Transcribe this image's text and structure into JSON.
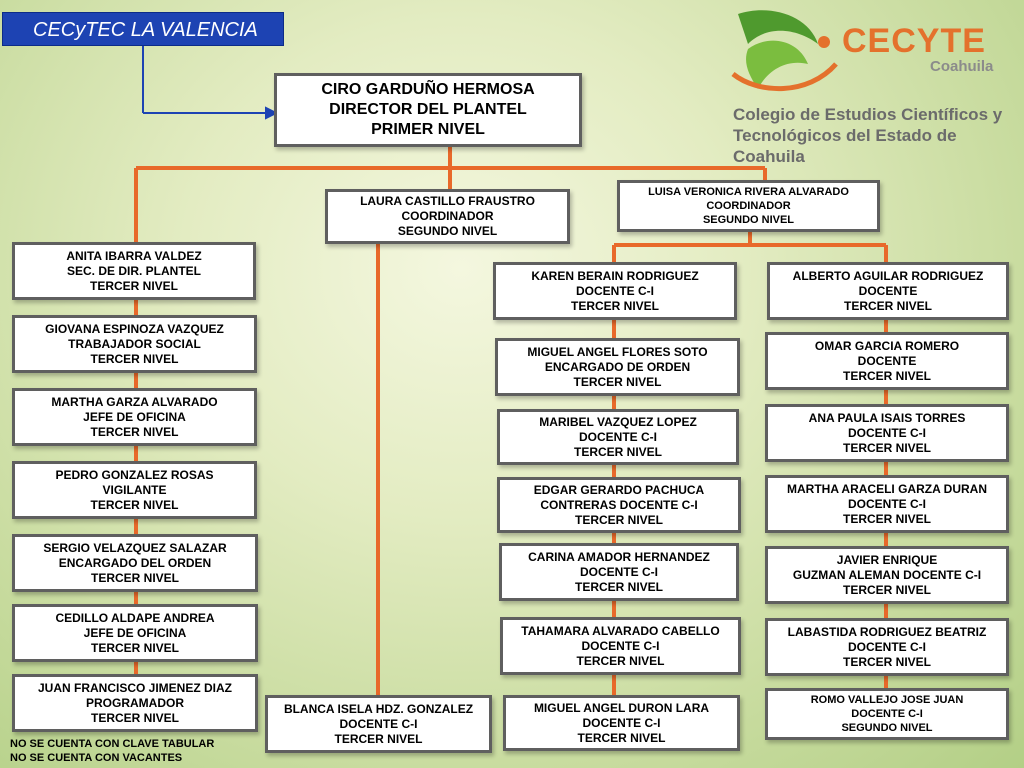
{
  "title": "CECyTEC LA VALENCIA",
  "logo": {
    "brand": "CECYTE",
    "state": "Coahuila",
    "college_line1": "Colegio de Estudios Científicos y",
    "college_line2": "Tecnológicos del Estado de Coahuila"
  },
  "director": {
    "name": "CIRO GARDUÑO HERMOSA",
    "role": "DIRECTOR DEL PLANTEL",
    "level": "PRIMER NIVEL"
  },
  "coord1": {
    "name": "LAURA CASTILLO FRAUSTRO",
    "role": "COORDINADOR",
    "level": "SEGUNDO NIVEL"
  },
  "coord2": {
    "name": "LUISA VERONICA RIVERA ALVARADO",
    "role": "COORDINADOR",
    "level": "SEGUNDO NIVEL"
  },
  "left": [
    {
      "name": "ANITA IBARRA VALDEZ",
      "role": "SEC. DE DIR. PLANTEL",
      "level": "TERCER NIVEL"
    },
    {
      "name": "GIOVANA ESPINOZA VAZQUEZ",
      "role": "TRABAJADOR SOCIAL",
      "level": "TERCER NIVEL"
    },
    {
      "name": "MARTHA GARZA ALVARADO",
      "role": "JEFE DE OFICINA",
      "level": "TERCER NIVEL"
    },
    {
      "name": "PEDRO GONZALEZ ROSAS",
      "role": "VIGILANTE",
      "level": "TERCER NIVEL"
    },
    {
      "name": "SERGIO VELAZQUEZ SALAZAR",
      "role": "ENCARGADO DEL ORDEN",
      "level": "TERCER NIVEL"
    },
    {
      "name": "CEDILLO ALDAPE ANDREA",
      "role": "JEFE DE OFICINA",
      "level": "TERCER NIVEL"
    },
    {
      "name": "JUAN FRANCISCO JIMENEZ DIAZ",
      "role": "PROGRAMADOR",
      "level": "TERCER NIVEL"
    }
  ],
  "middle": [
    {
      "name": "KAREN BERAIN RODRIGUEZ",
      "role": "DOCENTE C-I",
      "level": "TERCER NIVEL"
    },
    {
      "name": "MIGUEL ANGEL FLORES SOTO",
      "role": "ENCARGADO DE ORDEN",
      "level": "TERCER NIVEL"
    },
    {
      "name": "MARIBEL  VAZQUEZ LOPEZ",
      "role": "DOCENTE C-I",
      "level": "TERCER NIVEL"
    },
    {
      "name": "EDGAR GERARDO PACHUCA",
      "role": "CONTRERAS DOCENTE C-I",
      "level": "TERCER NIVEL"
    },
    {
      "name": "CARINA AMADOR HERNANDEZ",
      "role": "DOCENTE C-I",
      "level": "TERCER NIVEL"
    },
    {
      "name": "TAHAMARA ALVARADO CABELLO",
      "role": "DOCENTE C-I",
      "level": "TERCER NIVEL"
    },
    {
      "name": "MIGUEL ANGEL DURON LARA",
      "role": "DOCENTE C-I",
      "level": "TERCER NIVEL"
    }
  ],
  "right": [
    {
      "name": "ALBERTO AGUILAR RODRIGUEZ",
      "role": "DOCENTE",
      "level": "TERCER NIVEL"
    },
    {
      "name": "OMAR GARCIA ROMERO",
      "role": "DOCENTE",
      "level": "TERCER NIVEL"
    },
    {
      "name": "ANA PAULA ISAIS TORRES",
      "role": "DOCENTE C-I",
      "level": "TERCER NIVEL"
    },
    {
      "name": "MARTHA ARACELI GARZA DURAN",
      "role": "DOCENTE C-I",
      "level": "TERCER NIVEL"
    },
    {
      "name": "JAVIER ENRIQUE",
      "role": "GUZMAN ALEMAN DOCENTE C-I",
      "level": "TERCER NIVEL"
    },
    {
      "name": "LABASTIDA RODRIGUEZ BEATRIZ",
      "role": "DOCENTE C-I",
      "level": "TERCER NIVEL"
    },
    {
      "name": "ROMO VALLEJO JOSE JUAN",
      "role": "DOCENTE C-I",
      "level": "SEGUNDO NIVEL"
    }
  ],
  "blanca": {
    "name": "BLANCA ISELA HDZ. GONZALEZ",
    "role": "DOCENTE C-I",
    "level": "TERCER NIVEL"
  },
  "notes": {
    "line1": "NO SE CUENTA CON CLAVE TABULAR",
    "line2": "NO SE CUENTA CON VACANTES"
  },
  "colors": {
    "connector": "#e8692a",
    "title_bg": "#1d43b3",
    "arrow": "#1d43b3"
  }
}
